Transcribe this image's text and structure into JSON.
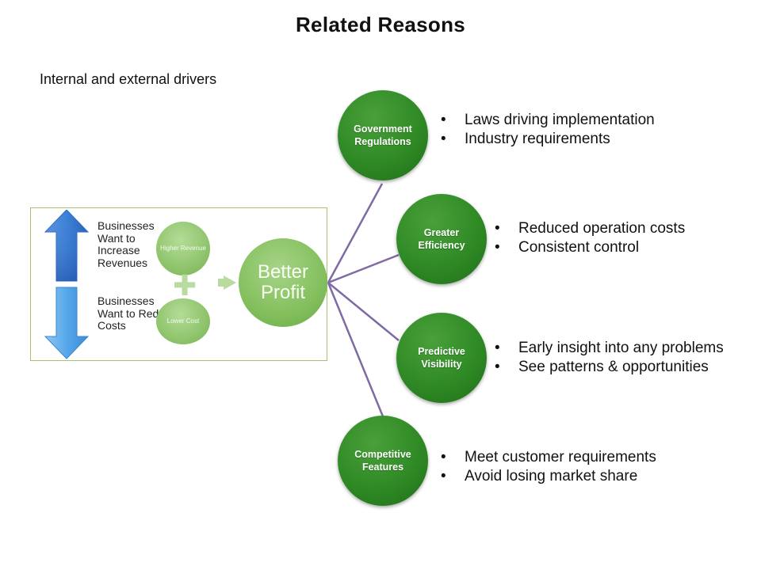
{
  "title": "Related Reasons",
  "subtitle": "Internal and external drivers",
  "inset": {
    "increase_label": "Businesses Want to Increase Revenues",
    "reduce_label": "Businesses Want to Reduce Costs",
    "higher_revenue": "Higher Revenue",
    "lower_cost": "Lower Cost",
    "center": "Better Profit"
  },
  "drivers": [
    {
      "label": "Government Regulations",
      "bullets": [
        "Laws driving implementation",
        "Industry requirements"
      ]
    },
    {
      "label": "Greater Efficiency",
      "bullets": [
        "Reduced operation costs",
        "Consistent control"
      ]
    },
    {
      "label": "Predictive Visibility",
      "bullets": [
        "Early insight into any problems",
        "See patterns & opportunities"
      ]
    },
    {
      "label": "Competitive Features",
      "bullets": [
        "Meet customer requirements",
        "Avoid losing market share"
      ]
    }
  ],
  "colors": {
    "driver_green": "#2f8a25",
    "light_green": "#83bf5d",
    "connector": "#7f6aa3",
    "arrow_blue": "#3b7fd6"
  }
}
